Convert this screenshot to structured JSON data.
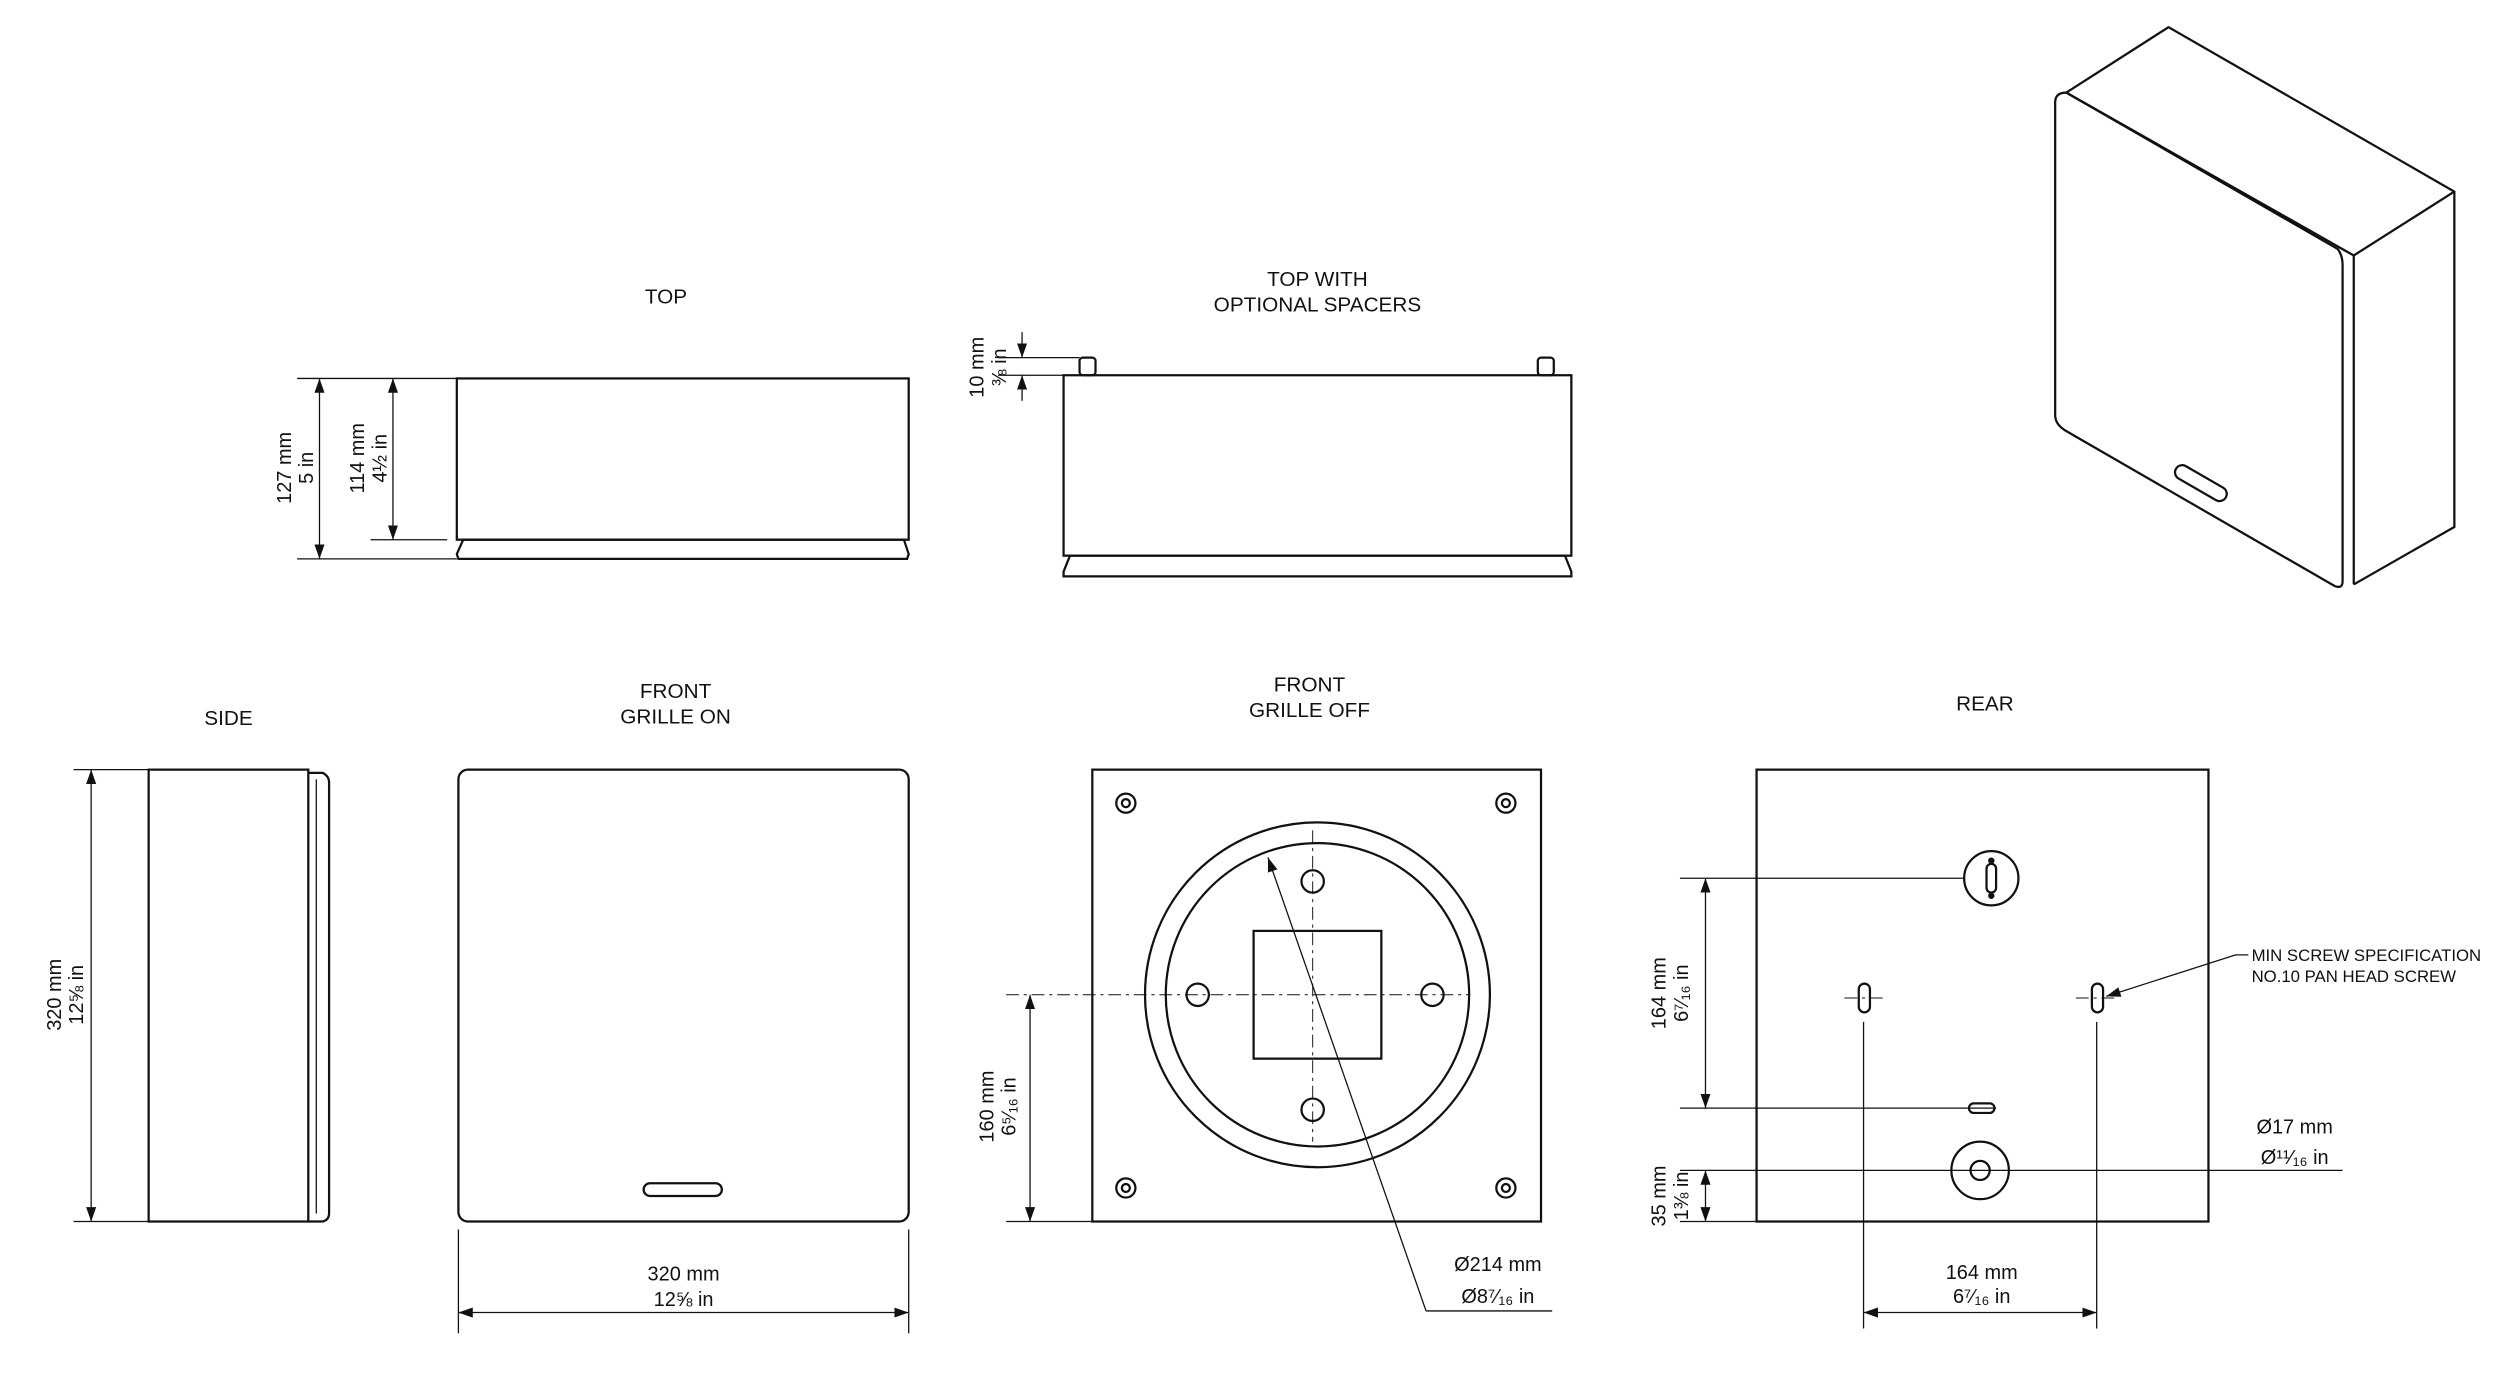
{
  "views": {
    "top": {
      "title": "TOP",
      "dim_overall_mm": "127 mm",
      "dim_overall_in": "5 in",
      "dim_body_mm": "114 mm",
      "dim_body_in": "4½ in"
    },
    "top_spacers": {
      "title_line1": "TOP WITH",
      "title_line2": "OPTIONAL SPACERS",
      "dim_spacer_mm": "10 mm",
      "dim_spacer_in": "⅜ in"
    },
    "side": {
      "title": "SIDE",
      "dim_height_mm": "320 mm",
      "dim_height_in": "12⅝ in"
    },
    "front_on": {
      "title_line1": "FRONT",
      "title_line2": "GRILLE ON",
      "dim_width_mm": "320 mm",
      "dim_width_in": "12⅝ in"
    },
    "front_off": {
      "title_line1": "FRONT",
      "title_line2": "GRILLE OFF",
      "dim_center_mm": "160 mm",
      "dim_center_in": "6⁵⁄₁₆ in",
      "dim_dia_mm": "Ø214 mm",
      "dim_dia_in": "Ø8⁷⁄₁₆ in"
    },
    "rear": {
      "title": "REAR",
      "dim_vert_mm": "164 mm",
      "dim_vert_in": "6⁷⁄₁₆ in",
      "dim_bottom_mm": "35 mm",
      "dim_bottom_in": "1⅜ in",
      "dim_horiz_mm": "164 mm",
      "dim_horiz_in": "6⁷⁄₁₆ in",
      "dim_hole_mm": "Ø17 mm",
      "dim_hole_in": "Ø¹¹⁄₁₆ in",
      "note_line1": "MIN SCREW SPECIFICATION",
      "note_line2": "NO.10 PAN HEAD SCREW"
    }
  }
}
